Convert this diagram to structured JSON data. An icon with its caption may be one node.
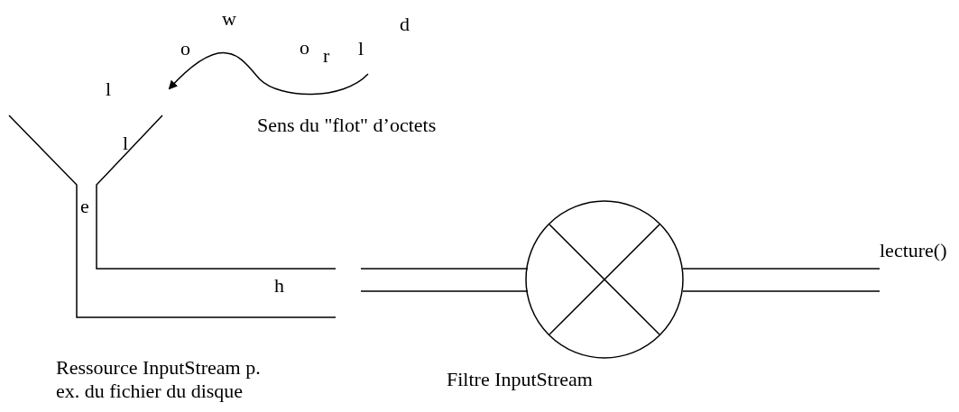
{
  "diagram": {
    "labels": [
      "w",
      "d",
      "o",
      "o",
      "l",
      "r",
      "l",
      "Sens du \"flot\" d’octets",
      "l",
      "e",
      "lecture()",
      "h",
      "Ressource InputStream p. ex. du fichier du disque",
      "Filtre InputStream"
    ]
  }
}
